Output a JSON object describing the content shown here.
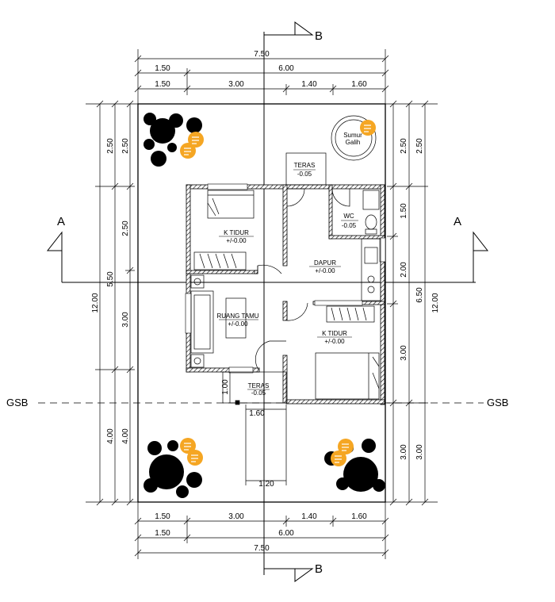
{
  "sections": {
    "a": "A",
    "b": "B",
    "gsb": "GSB"
  },
  "dims": {
    "top": {
      "total": "7.50",
      "ov_1": "1.50",
      "ov_2": "6.00",
      "d_1": "1.50",
      "d_2": "3.00",
      "d_3": "1.40",
      "d_4": "1.60"
    },
    "bottom": {
      "d_1": "1.50",
      "d_2": "3.00",
      "d_3": "1.40",
      "d_4": "1.60",
      "ov_1": "1.50",
      "ov_2": "6.00",
      "total": "7.50"
    },
    "left": {
      "total": "12.00",
      "ov_1": "2.50",
      "ov_2": "5.50",
      "ov_3": "4.00",
      "d_1": "2.50",
      "d_2": "2.50",
      "d_3": "3.00",
      "d_4": "4.00"
    },
    "right": {
      "d_1": "2.50",
      "d_2": "1.50",
      "d_3": "2.00",
      "d_4": "3.00",
      "d_5": "3.00",
      "ov_1": "2.50",
      "ov_2": "6.50",
      "ov_3": "3.00",
      "total": "12.00"
    },
    "porch_depth": "1.00",
    "porch_width": "1.60",
    "gate": "1.20"
  },
  "rooms": {
    "teras_back": {
      "name": "TERAS",
      "level": "-0.05"
    },
    "wc": {
      "name": "WC",
      "level": "-0.05"
    },
    "tidur_1": {
      "name": "K TIDUR",
      "level": "+/-0.00"
    },
    "dapur": {
      "name": "DAPUR",
      "level": "+/-0.00"
    },
    "ruang_tamu": {
      "name": "RUANG TAMU",
      "level": "+/-0.00"
    },
    "tidur_2": {
      "name": "K TIDUR",
      "level": "+/-0.00"
    },
    "teras_front": {
      "name": "TERAS",
      "level": "-0.05"
    }
  },
  "well": {
    "line_1": "Sumur",
    "line_2": "Galih"
  },
  "colors": {
    "line": "#000000",
    "marker": "#f5a623",
    "wall": "#333333"
  },
  "icons": [
    "comment-marker-icon",
    "tree-icon",
    "well-icon"
  ]
}
